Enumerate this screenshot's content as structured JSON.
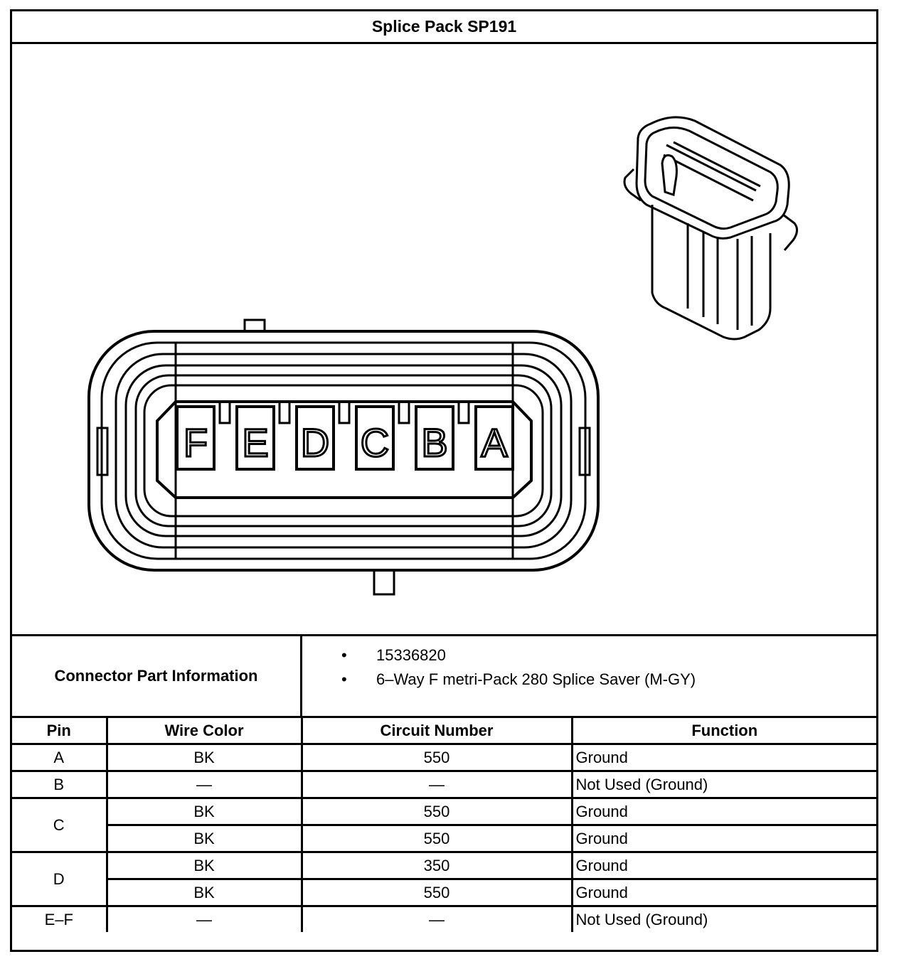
{
  "title": "Splice Pack SP191",
  "connector_face": {
    "cavity_labels": [
      "F",
      "E",
      "D",
      "C",
      "B",
      "A"
    ]
  },
  "connector_part_information": {
    "label": "Connector Part Information",
    "items": [
      "15336820",
      "6–Way F metri-Pack 280 Splice Saver (M-GY)"
    ],
    "bullet": "•"
  },
  "pin_table": {
    "headers": [
      "Pin",
      "Wire Color",
      "Circuit Number",
      "Function"
    ],
    "rows": [
      {
        "pin": "A",
        "wire_color": "BK",
        "circuit": "550",
        "function": "Ground"
      },
      {
        "pin": "B",
        "wire_color": "—",
        "circuit": "—",
        "function": "Not Used (Ground)"
      },
      {
        "pin": "C",
        "wire_color": "BK",
        "circuit": "550",
        "function": "Ground"
      },
      {
        "pin": "",
        "wire_color": "BK",
        "circuit": "550",
        "function": "Ground"
      },
      {
        "pin": "D",
        "wire_color": "BK",
        "circuit": "350",
        "function": "Ground"
      },
      {
        "pin": "",
        "wire_color": "BK",
        "circuit": "550",
        "function": "Ground"
      },
      {
        "pin": "E–F",
        "wire_color": "—",
        "circuit": "—",
        "function": "Not Used (Ground)"
      }
    ]
  }
}
